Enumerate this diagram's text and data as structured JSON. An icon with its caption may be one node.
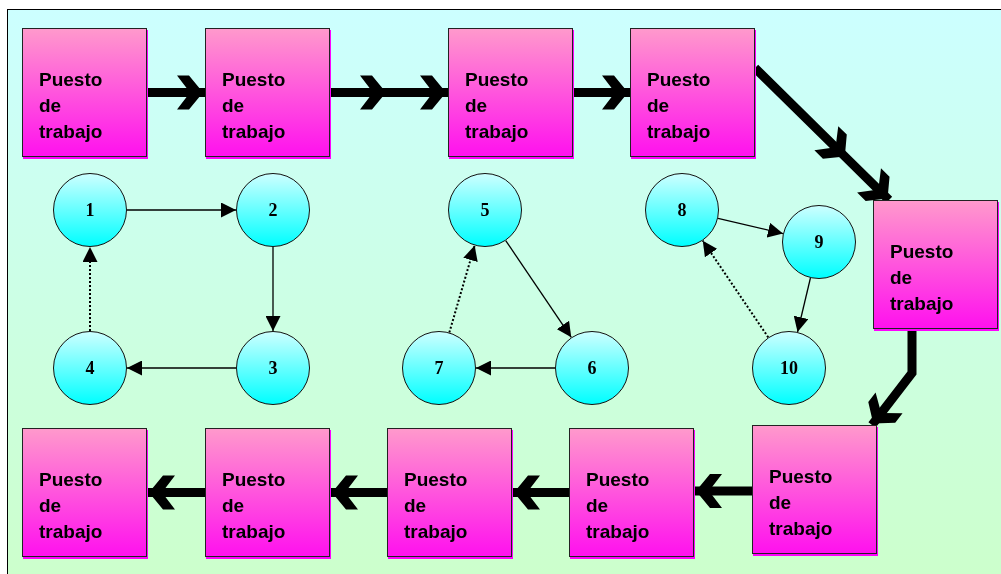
{
  "diagram": {
    "nodes": [
      {
        "text": [
          "Puesto de trabajo"
        ]
      },
      {
        "text": [
          "Puesto de trabajo"
        ]
      },
      {
        "text": [
          "Puesto de trabajo"
        ]
      },
      {
        "text": [
          "Puesto de trabajo"
        ]
      },
      {
        "text": [
          "Puesto de trabajo"
        ]
      },
      {
        "text": [
          "Puesto de trabajo"
        ]
      },
      {
        "text": [
          "Puesto de trabajo"
        ]
      },
      {
        "text": [
          "Puesto de trabajo"
        ]
      },
      {
        "text": [
          "Puesto de trabajo"
        ]
      },
      {
        "text": [
          "Puesto de trabajo"
        ]
      },
      {
        "text": [
          "1"
        ]
      },
      {
        "text": [
          "2"
        ]
      },
      {
        "text": [
          "5"
        ]
      },
      {
        "text": [
          "8"
        ]
      },
      {
        "text": [
          "9"
        ]
      },
      {
        "text": [
          "4"
        ]
      },
      {
        "text": [
          "3"
        ]
      },
      {
        "text": [
          "7"
        ]
      },
      {
        "text": [
          "6"
        ]
      },
      {
        "text": [
          "10"
        ]
      }
    ],
    "edges": [
      {
        "from": 0,
        "to": 1,
        "arrow": "to",
        "style": "thick"
      },
      {
        "from": 1,
        "to": 2,
        "arrow": "to",
        "style": "thick"
      },
      {
        "from": 2,
        "to": 3,
        "arrow": "to",
        "style": "thick"
      },
      {
        "from": 3,
        "to": 4,
        "arrow": "to",
        "style": "thick"
      },
      {
        "from": 4,
        "to": 9,
        "arrow": "to",
        "style": "thick"
      },
      {
        "from": 9,
        "to": 8,
        "arrow": "to",
        "style": "thick"
      },
      {
        "from": 8,
        "to": 7,
        "arrow": "to",
        "style": "thick"
      },
      {
        "from": 7,
        "to": 6,
        "arrow": "to",
        "style": "thick"
      },
      {
        "from": 6,
        "to": 5,
        "arrow": "to",
        "style": "thick"
      },
      {
        "from": 10,
        "to": 11,
        "arrow": "to"
      },
      {
        "from": 11,
        "to": 16,
        "arrow": "to"
      },
      {
        "from": 16,
        "to": 15,
        "arrow": "to"
      },
      {
        "from": 15,
        "to": 10,
        "arrow": "to",
        "style": "dashed"
      },
      {
        "from": 12,
        "to": 18,
        "arrow": "to"
      },
      {
        "from": 18,
        "to": 17,
        "arrow": "to"
      },
      {
        "from": 17,
        "to": 12,
        "arrow": "to",
        "style": "dashed"
      },
      {
        "from": 13,
        "to": 14,
        "arrow": "to"
      },
      {
        "from": 14,
        "to": 19,
        "arrow": "to"
      },
      {
        "from": 19,
        "to": 13,
        "arrow": "to",
        "style": "dashed"
      }
    ]
  }
}
